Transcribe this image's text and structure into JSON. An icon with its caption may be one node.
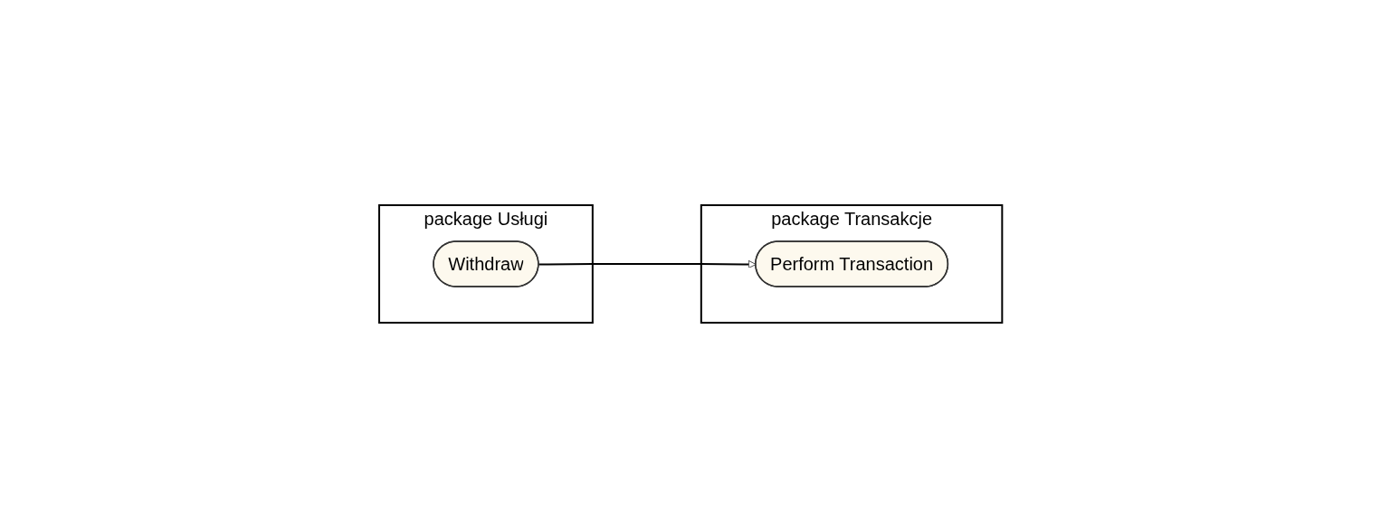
{
  "diagram": {
    "nodes": [
      {
        "text": [
          "package Usługi"
        ]
      },
      {
        "text": [
          "Withdraw"
        ],
        "in": 0
      },
      {
        "text": [
          "package Transakcje"
        ]
      },
      {
        "text": [
          "Perform Transaction"
        ],
        "in": 2
      }
    ],
    "edges": [
      {
        "from": 1,
        "to": 3,
        "arrow": "to"
      }
    ]
  }
}
